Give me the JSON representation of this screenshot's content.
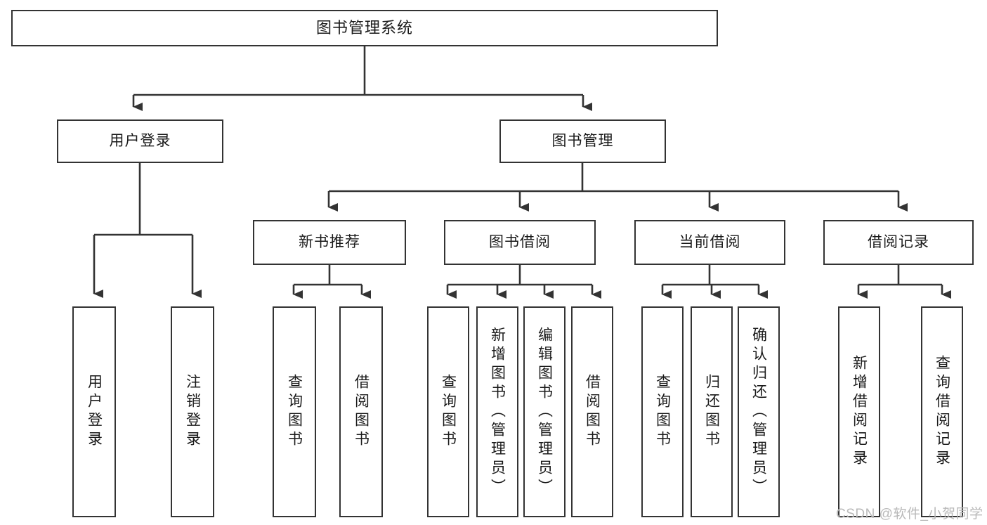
{
  "diagram": {
    "type": "tree",
    "title": "图书管理系统",
    "colors": {
      "box_border": "#333333",
      "box_fill": "#ffffff",
      "line": "#333333",
      "text": "#1a1a1a",
      "watermark": "#b9b9b9"
    },
    "root": {
      "label": "图书管理系统"
    },
    "level2": [
      {
        "label": "用户登录"
      },
      {
        "label": "图书管理"
      }
    ],
    "level3": [
      {
        "label": "新书推荐"
      },
      {
        "label": "图书借阅"
      },
      {
        "label": "当前借阅"
      },
      {
        "label": "借阅记录"
      }
    ],
    "leaves_user_login": [
      {
        "label": "用户登录"
      },
      {
        "label": "注销登录"
      }
    ],
    "leaves_new_book": [
      {
        "label": "查询图书"
      },
      {
        "label": "借阅图书"
      }
    ],
    "leaves_borrow": [
      {
        "label": "查询图书"
      },
      {
        "label": "新增图书（管理员）"
      },
      {
        "label": "编辑图书（管理员）"
      },
      {
        "label": "借阅图书"
      }
    ],
    "leaves_current": [
      {
        "label": "查询图书"
      },
      {
        "label": "归还图书"
      },
      {
        "label": "确认归还（管理员）"
      }
    ],
    "leaves_records": [
      {
        "label": "新增借阅记录"
      },
      {
        "label": "查询借阅记录"
      }
    ]
  },
  "watermark": {
    "text": "CSDN @软件_小贺同学"
  }
}
